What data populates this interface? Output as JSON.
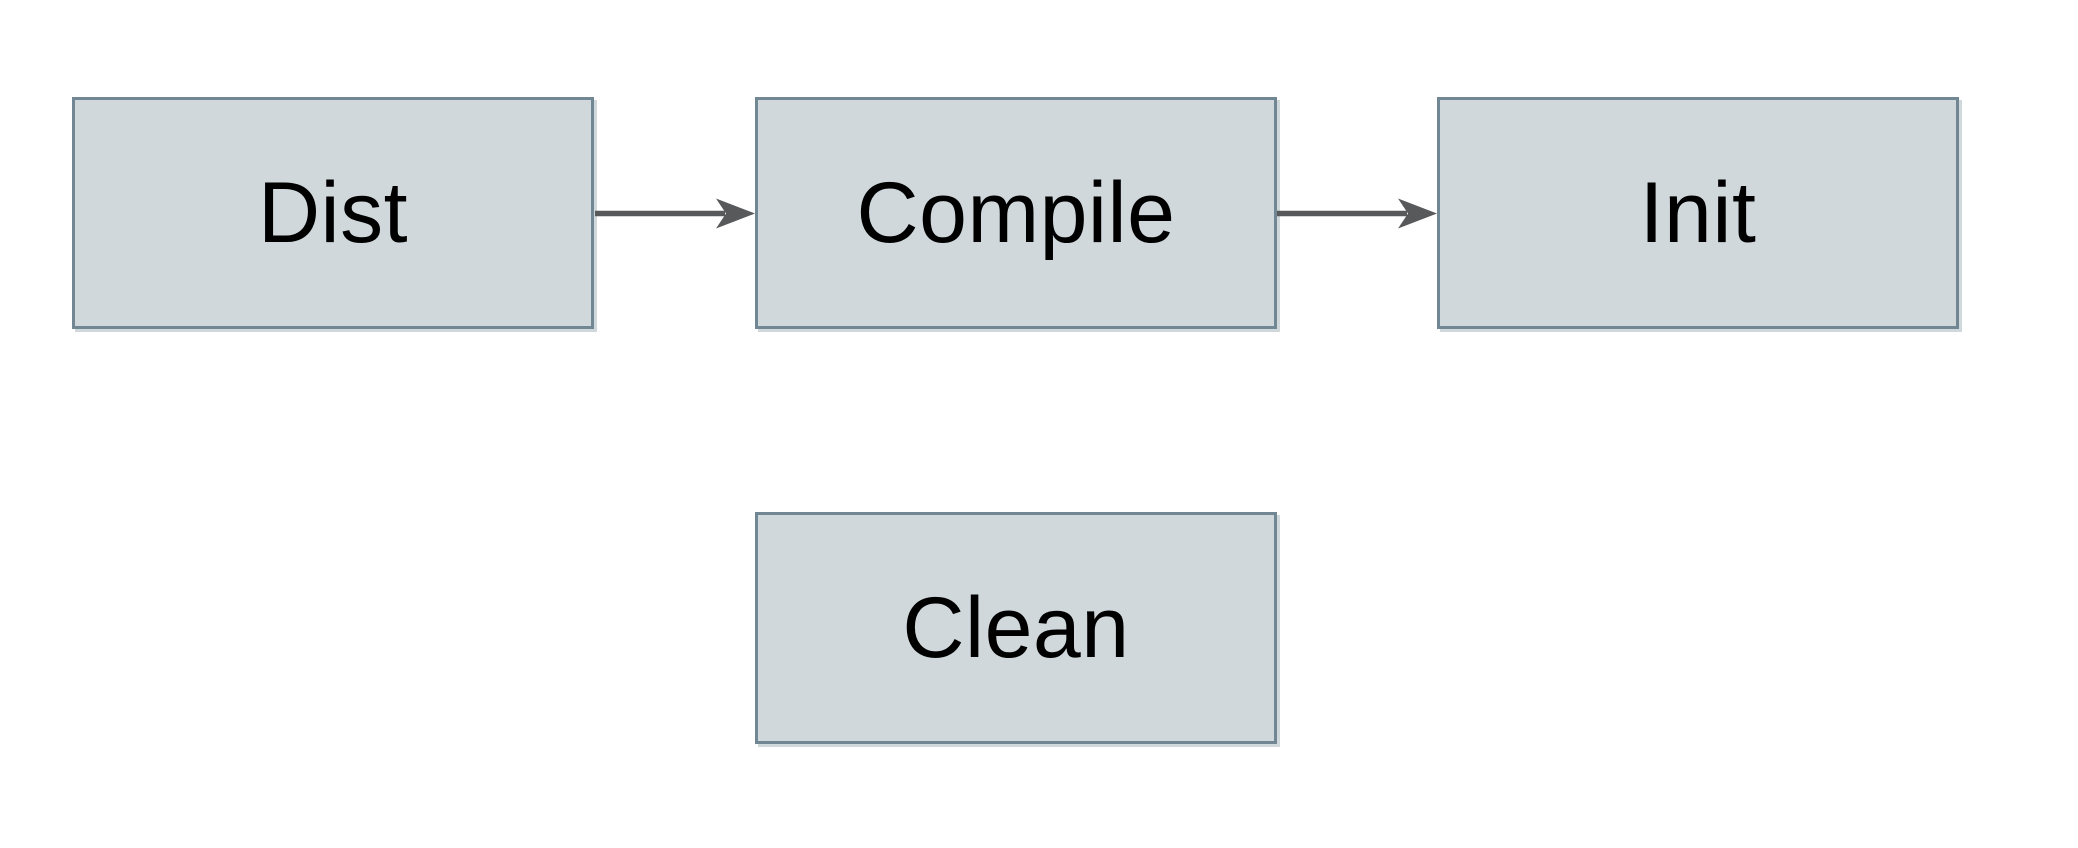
{
  "diagram": {
    "nodes": {
      "dist": {
        "label": "Dist"
      },
      "compile": {
        "label": "Compile"
      },
      "init": {
        "label": "Init"
      },
      "clean": {
        "label": "Clean"
      }
    },
    "edges": [
      {
        "from": "Dist",
        "to": "Compile"
      },
      {
        "from": "Compile",
        "to": "Init"
      }
    ],
    "colors": {
      "node_fill": "#d1d8db",
      "node_border": "#718894",
      "arrow": "#58595b",
      "label_text": "#000000",
      "background": "#ffffff"
    }
  }
}
